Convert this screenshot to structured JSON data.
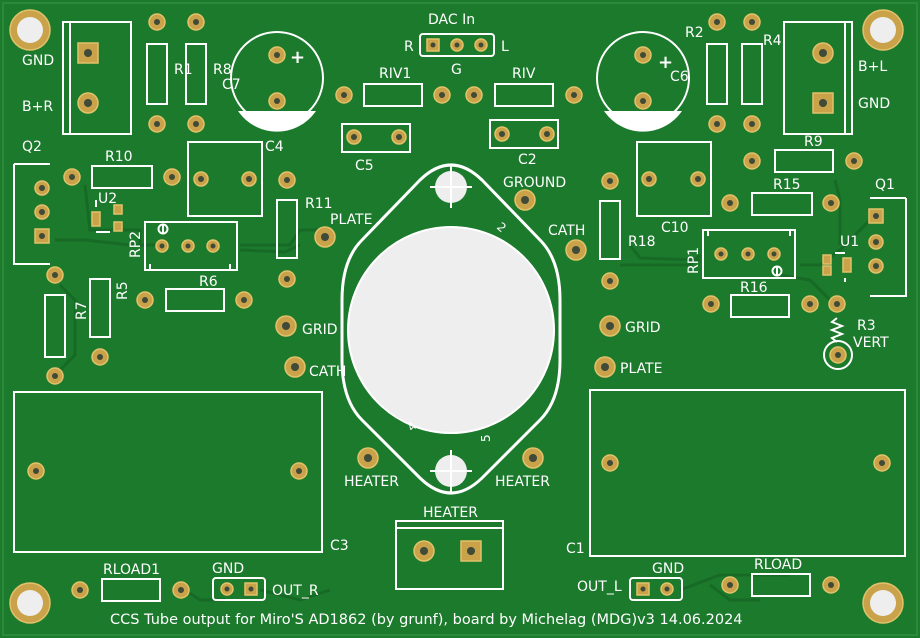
{
  "board": {
    "colors": {
      "mask": "#1c7a2c",
      "silk": "#ffffff",
      "copper": "#c9a24a",
      "drill": "#eeeeee"
    },
    "footer": "CCS Tube output for Miro'S AD1862 (by grunf), board by Michelag (MDG)v3 14.06.2024"
  },
  "labels": {
    "gnd_tl": "GND",
    "bplus_r": "B+R",
    "r1": "R1",
    "r8": "R8",
    "c7": "C7",
    "dac_in": "DAC In",
    "r": "R",
    "l": "L",
    "g": "G",
    "riv1": "RIV1",
    "riv": "RIV",
    "c5": "C5",
    "c2": "C2",
    "ground": "GROUND",
    "c6": "C6",
    "r2": "R2",
    "r4": "R4",
    "bplus_l": "B+L",
    "gnd_tr": "GND",
    "q2": "Q2",
    "r10": "R10",
    "c4": "C4",
    "u2": "U2",
    "r11": "R11",
    "plate_l": "PLATE",
    "rp2": "RP2",
    "r6": "R6",
    "r5": "R5",
    "r7": "R7",
    "r9": "R9",
    "r15": "R15",
    "q1": "Q1",
    "c10": "C10",
    "cath_r": "CATH",
    "r18": "R18",
    "rp1": "RP1",
    "u1": "U1",
    "r16": "R16",
    "r3": "R3",
    "vert": "VERT",
    "grid_l": "GRID",
    "cath_l": "CATH",
    "grid_r": "GRID",
    "plate_r": "PLATE",
    "pin2": "2",
    "pin4": "4",
    "pin5": "5",
    "heater_l": "HEATER",
    "heater_r": "HEATER",
    "heater_conn": "HEATER",
    "c3": "C3",
    "c1": "C1",
    "rload1": "RLOAD1",
    "rload": "RLOAD",
    "gnd_bl": "GND",
    "out_r": "OUT_R",
    "gnd_br": "GND",
    "out_l": "OUT_L",
    "plus_c7": "+",
    "plus_c6": "+"
  }
}
